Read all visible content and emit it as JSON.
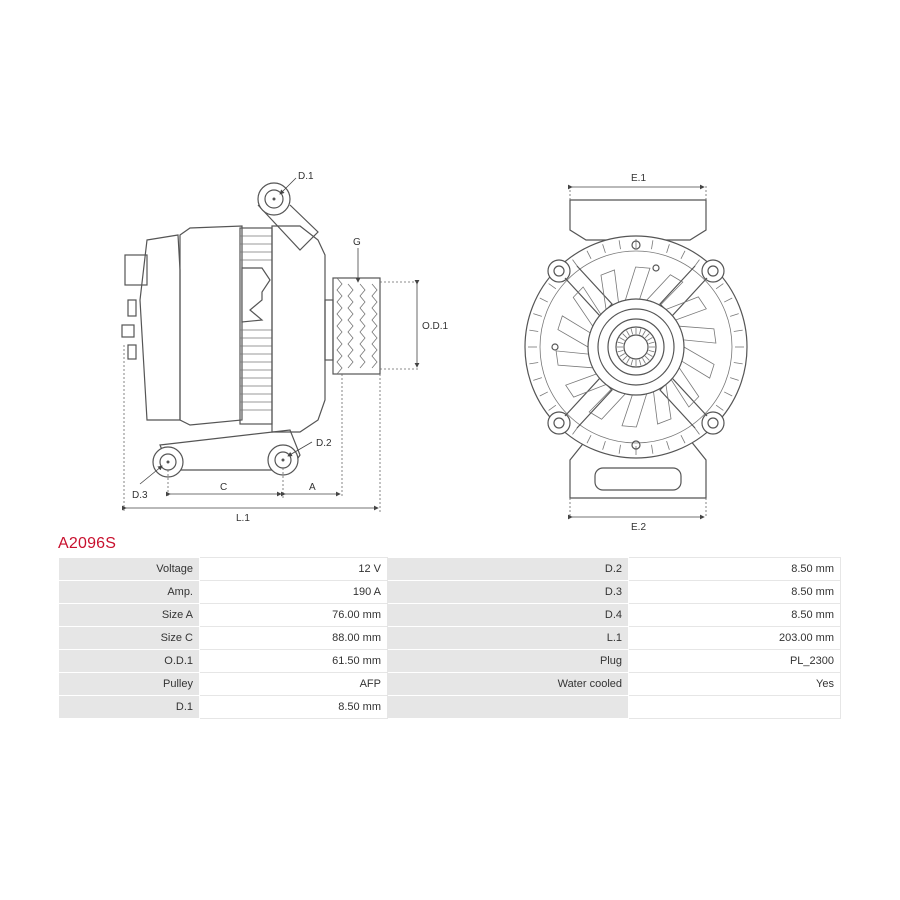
{
  "drawing": {
    "labels": {
      "d1": "D.1",
      "d2": "D.2",
      "d3": "D.3",
      "g": "G",
      "od1": "O.D.1",
      "c": "C",
      "a": "A",
      "l1": "L.1",
      "e1": "E.1",
      "e2": "E.2"
    }
  },
  "part_number": "A2096S",
  "specs": {
    "rows": [
      {
        "label_left": "Voltage",
        "value_left": "12 V",
        "label_right": "D.2",
        "value_right": "8.50 mm"
      },
      {
        "label_left": "Amp.",
        "value_left": "190 A",
        "label_right": "D.3",
        "value_right": "8.50 mm"
      },
      {
        "label_left": "Size A",
        "value_left": "76.00 mm",
        "label_right": "D.4",
        "value_right": "8.50 mm"
      },
      {
        "label_left": "Size C",
        "value_left": "88.00 mm",
        "label_right": "L.1",
        "value_right": "203.00 mm"
      },
      {
        "label_left": "O.D.1",
        "value_left": "61.50 mm",
        "label_right": "Plug",
        "value_right": "PL_2300"
      },
      {
        "label_left": "Pulley",
        "value_left": "AFP",
        "label_right": "Water cooled",
        "value_right": "Yes"
      },
      {
        "label_left": "D.1",
        "value_left": "8.50 mm",
        "label_right": "",
        "value_right": ""
      }
    ]
  }
}
